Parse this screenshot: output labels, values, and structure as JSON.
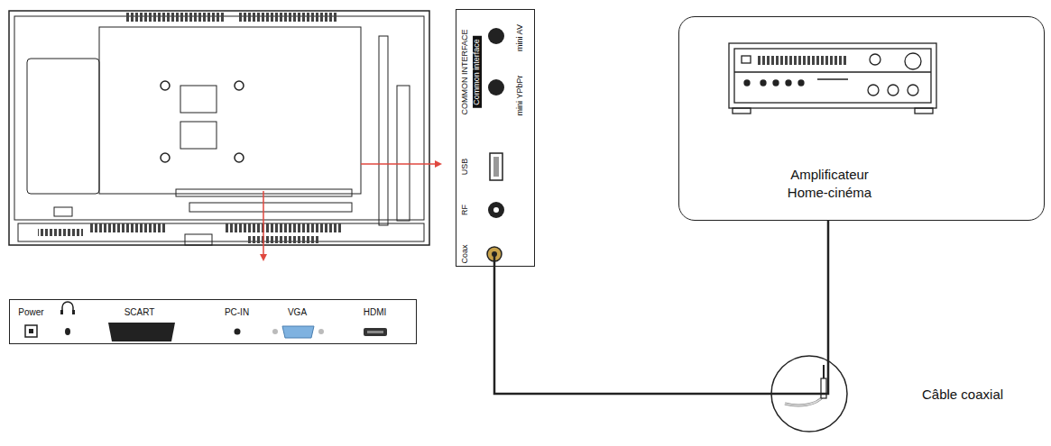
{
  "diagram": {
    "nodes": [
      {
        "text": [
          "Power",
          "SCART",
          "PC-IN",
          "VGA",
          "HDMI"
        ]
      },
      {
        "text": [
          "COMMON INTERFACE",
          "Common interface",
          "mini AV",
          "mini YPbPr",
          "USB",
          "RF",
          "Coax"
        ]
      },
      {
        "text": [
          "Amplificateur Home-cinéma"
        ]
      }
    ],
    "edges": [
      {
        "from": 1,
        "to": 2,
        "arrow": "none"
      }
    ],
    "labels": [
      "Câble coaxial"
    ]
  }
}
